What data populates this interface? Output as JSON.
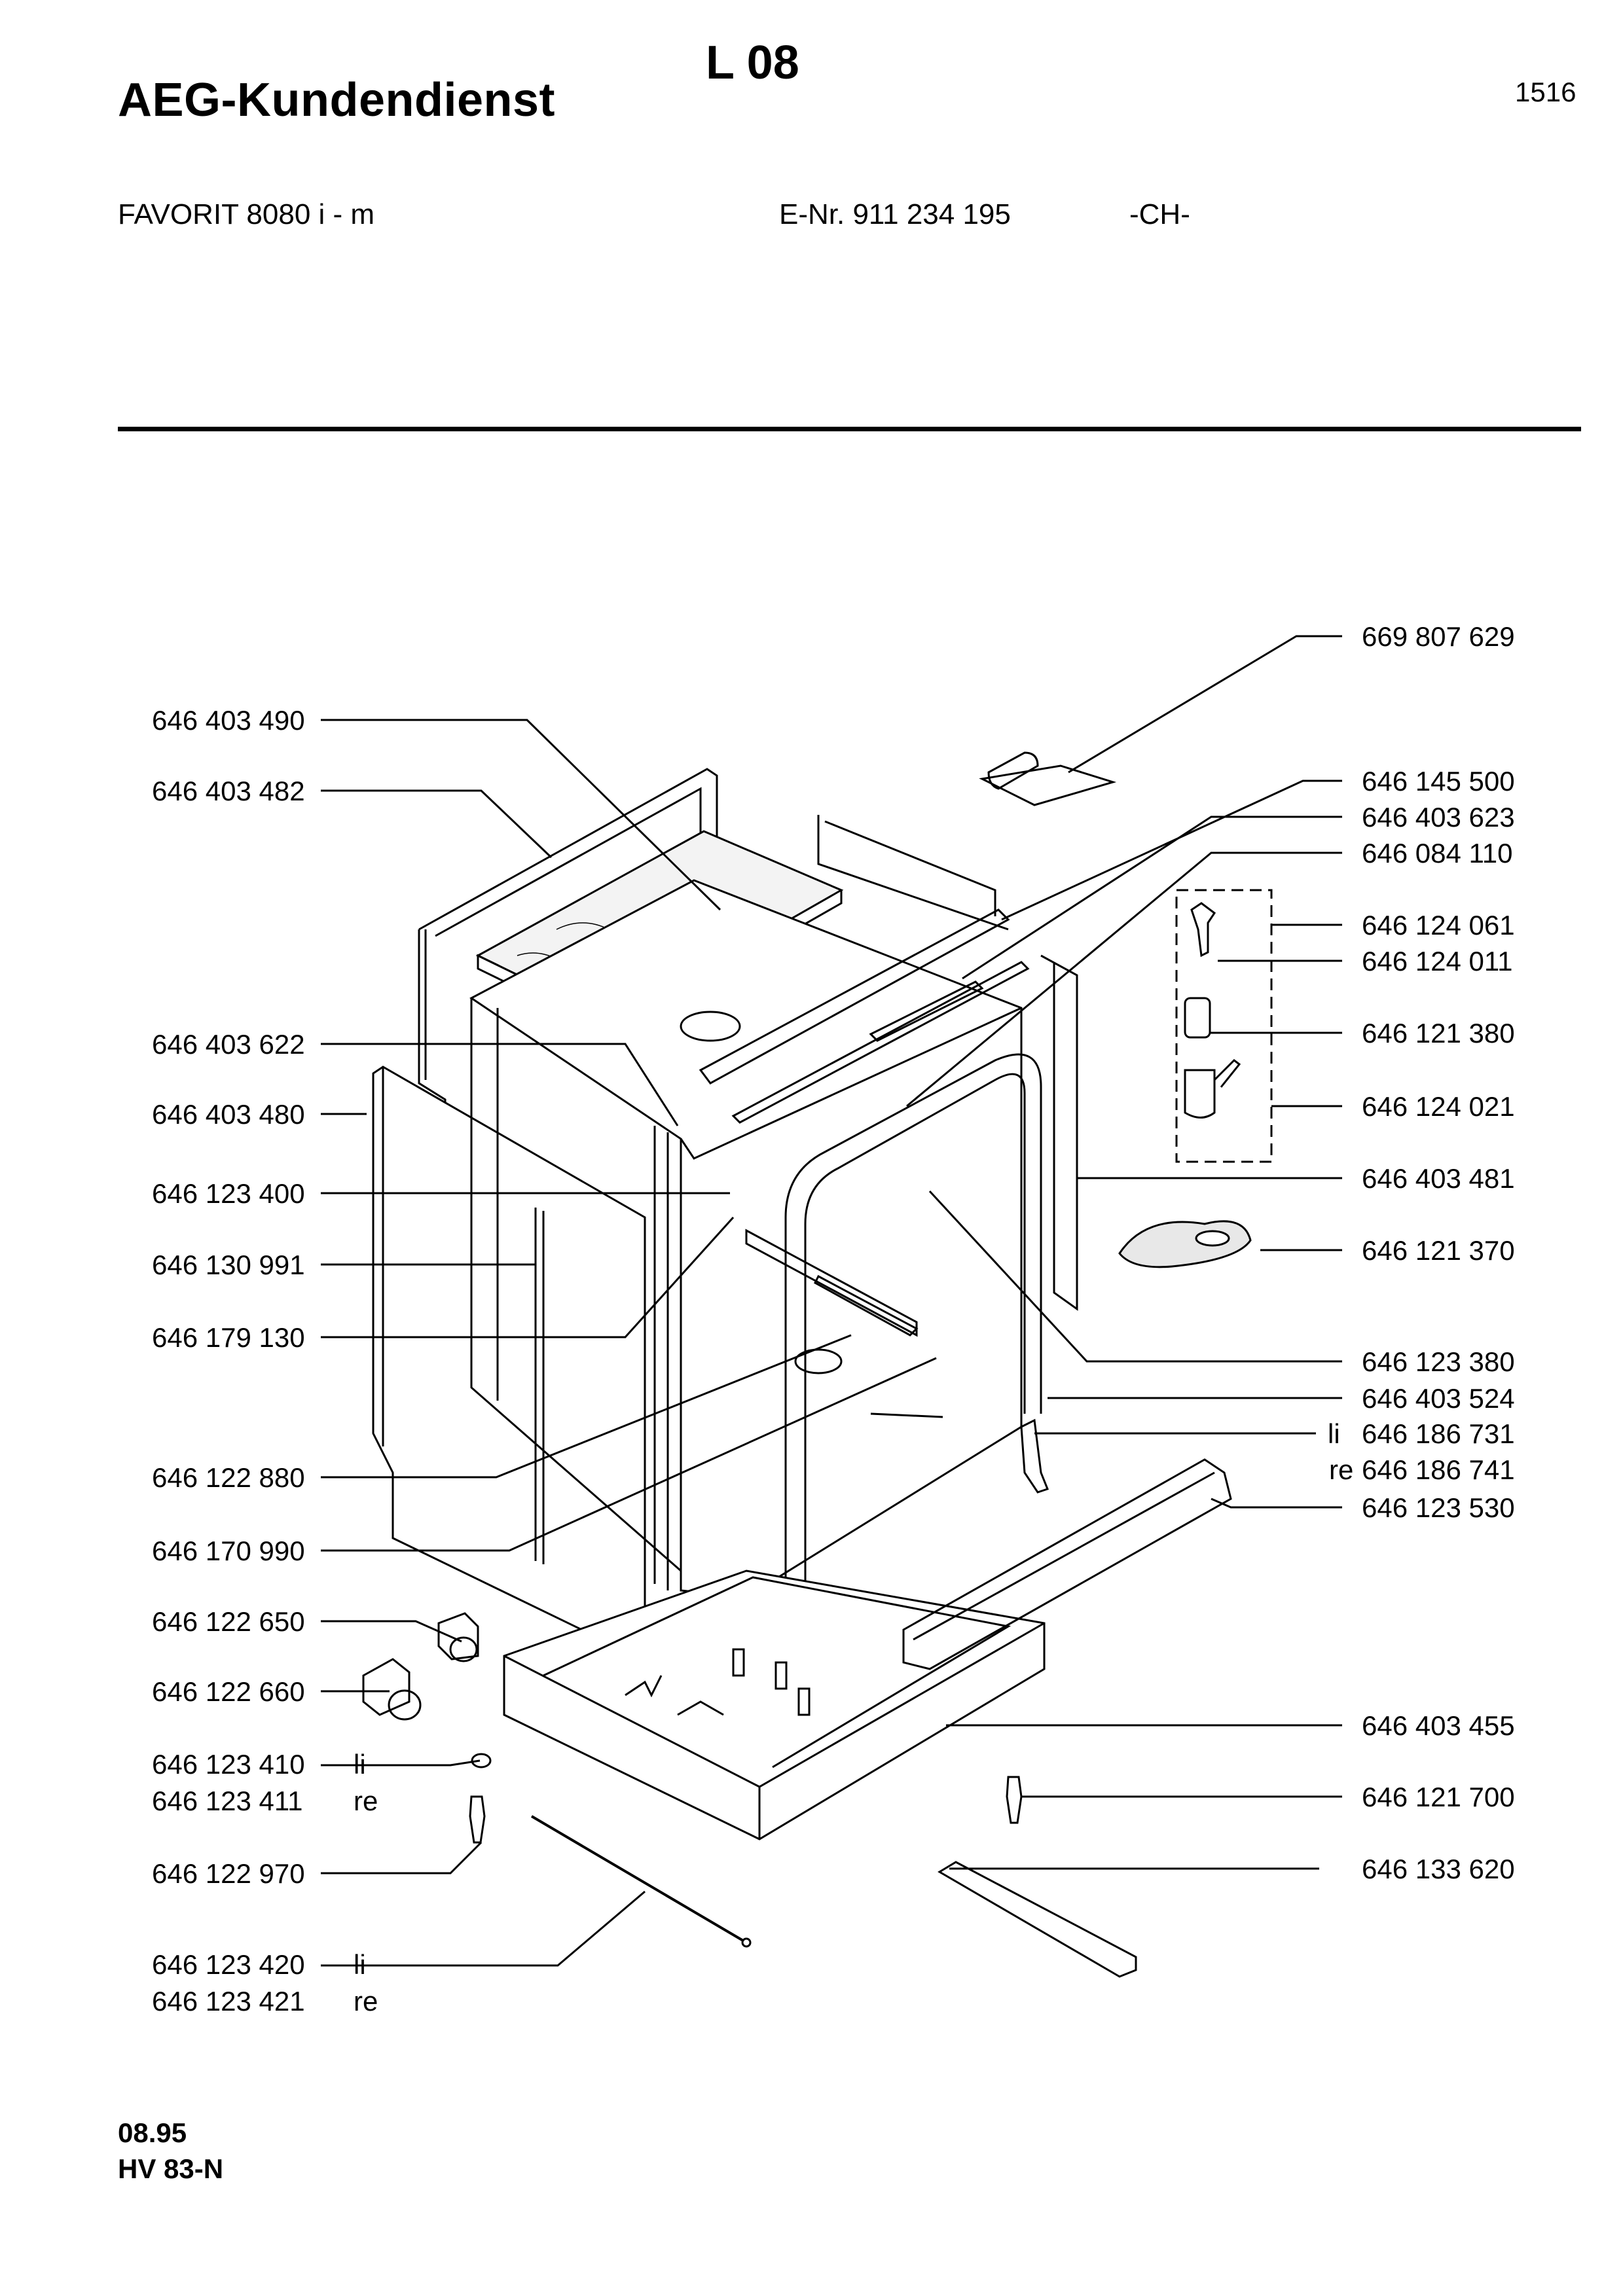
{
  "header": {
    "brand": "AEG-Kundendienst",
    "page_id": "L 08",
    "page_number": "1516"
  },
  "model": {
    "name": "FAVORIT 8080 i - m",
    "e_nr": "E-Nr. 911 234 195",
    "country": "-CH-"
  },
  "parts_left": [
    {
      "number": "646 403 490"
    },
    {
      "number": "646 403 482"
    },
    {
      "number": "646 403 622"
    },
    {
      "number": "646 403 480"
    },
    {
      "number": "646 123 400"
    },
    {
      "number": "646 130 991"
    },
    {
      "number": "646 179 130"
    },
    {
      "number": "646 122 880"
    },
    {
      "number": "646 170 990"
    },
    {
      "number": "646 122 650"
    },
    {
      "number": "646 122 660"
    },
    {
      "number": "646 123 410",
      "side": "li"
    },
    {
      "number": "646 123 411",
      "side": "re"
    },
    {
      "number": "646 122 970"
    },
    {
      "number": "646 123 420",
      "side": "li"
    },
    {
      "number": "646 123 421",
      "side": "re"
    }
  ],
  "parts_right": [
    {
      "number": "669 807 629"
    },
    {
      "number": "646 145 500"
    },
    {
      "number": "646 403 623"
    },
    {
      "number": "646 084 110"
    },
    {
      "number": "646 124 061"
    },
    {
      "number": "646 124 011"
    },
    {
      "number": "646 121 380"
    },
    {
      "number": "646 124 021"
    },
    {
      "number": "646 403 481"
    },
    {
      "number": "646 121 370"
    },
    {
      "number": "646 123 380"
    },
    {
      "number": "646 403 524"
    },
    {
      "number": "646 186 731",
      "side": "li"
    },
    {
      "number": "646 186 741",
      "side": "re"
    },
    {
      "number": "646 123 530"
    },
    {
      "number": "646 403 455"
    },
    {
      "number": "646 121 700"
    },
    {
      "number": "646 133 620"
    }
  ],
  "footer": {
    "date": "08.95",
    "code": "HV 83-N"
  }
}
